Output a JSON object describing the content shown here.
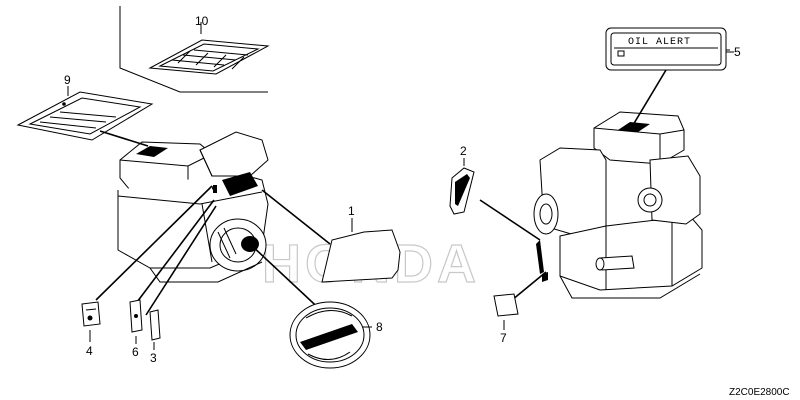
{
  "brand_watermark": "HONDA",
  "diagram_code": "Z2C0E2800C",
  "oil_alert_label_text": "OIL ALERT",
  "callouts": {
    "c1": "1",
    "c2": "2",
    "c3": "3",
    "c4": "4",
    "c5": "5",
    "c6": "6",
    "c7": "7",
    "c8": "8",
    "c9": "9",
    "c10": "10"
  },
  "line_color": "#000000",
  "watermark_color": "#c8c8c8",
  "background_color": "#ffffff"
}
